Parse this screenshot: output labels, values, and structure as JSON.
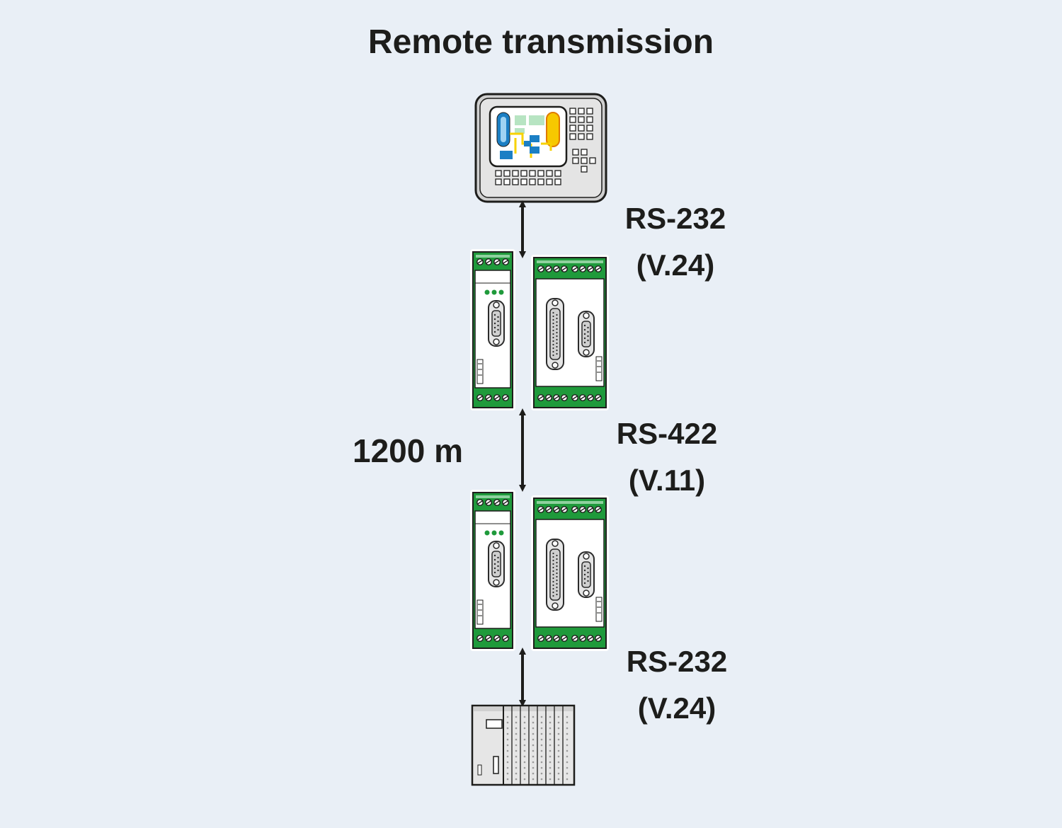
{
  "title": "Remote transmission",
  "links": [
    {
      "protocol": "RS-232",
      "standard": "(V.24)"
    },
    {
      "protocol": "RS-422",
      "standard": "(V.11)"
    },
    {
      "protocol": "RS-232",
      "standard": "(V.24)"
    }
  ],
  "distance": "1200 m",
  "colors": {
    "background": "#e9eff6",
    "module_green": "#1f9a3b",
    "screen_blue": "#1b7fc4",
    "screen_yellow": "#f7c800",
    "text": "#1d1d1b"
  },
  "nodes": [
    {
      "icon": "operator-panel-icon"
    },
    {
      "icon": "converter-module-pair-icon"
    },
    {
      "icon": "converter-module-pair-icon"
    },
    {
      "icon": "plc-rack-icon"
    }
  ]
}
